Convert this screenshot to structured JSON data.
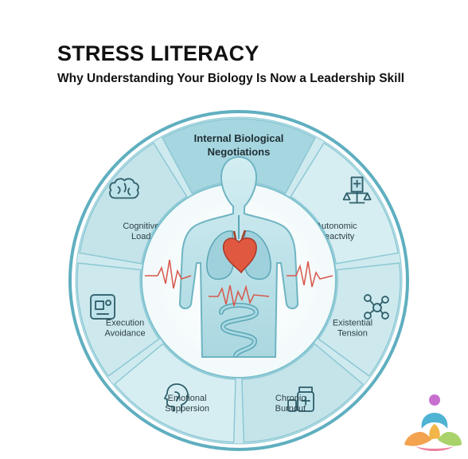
{
  "header": {
    "title": "STRESS LITERACY",
    "subtitle": "Why Understanding Your Biology Is Now a Leadership Skill"
  },
  "wheel": {
    "center_label_line1": "Internal Biological",
    "center_label_line2": "Negotiations",
    "segments": [
      {
        "line1": "Autonomic",
        "line2": "Reactvity",
        "icon": "scales-hospital-icon"
      },
      {
        "line1": "Existential",
        "line2": "Tension",
        "icon": "network-nodes-icon"
      },
      {
        "line1": "Chronic",
        "line2": "Burnout",
        "icon": "medicine-bottle-icon"
      },
      {
        "line1": "Emotional",
        "line2": "Suppersion",
        "icon": "head-profile-icon"
      },
      {
        "line1": "Execution",
        "line2": "Avoidance",
        "icon": "task-avoidance-icon"
      },
      {
        "line1": "Cognitive",
        "line2": "Load",
        "icon": "brain-icon"
      }
    ]
  },
  "colors": {
    "ring_outer": "#5fafc0",
    "ring_fill": "#cfeaef",
    "top_segment_fill": "#a6d6e0",
    "body_fill": "#bfe3ea",
    "heart": "#e0583f",
    "pulse": "#d9564a",
    "logo_dot": "#c76fcf"
  }
}
